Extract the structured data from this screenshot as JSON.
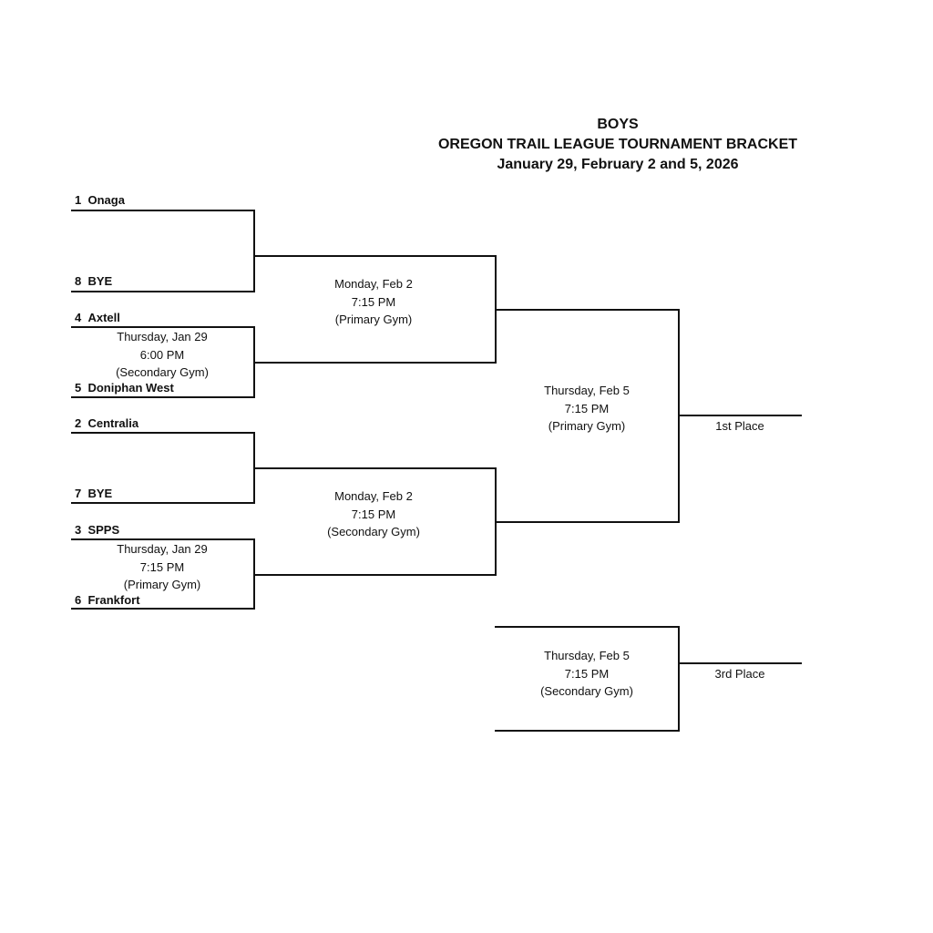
{
  "header": {
    "line1": "BOYS",
    "line2": "OREGON TRAIL LEAGUE TOURNAMENT BRACKET",
    "line3": "January 29, February 2 and 5, 2026"
  },
  "teams": [
    {
      "seed": "1",
      "name": "Onaga"
    },
    {
      "seed": "8",
      "name": "BYE"
    },
    {
      "seed": "4",
      "name": "Axtell"
    },
    {
      "seed": "5",
      "name": "Doniphan West"
    },
    {
      "seed": "2",
      "name": "Centralia"
    },
    {
      "seed": "7",
      "name": "BYE"
    },
    {
      "seed": "3",
      "name": "SPPS"
    },
    {
      "seed": "6",
      "name": "Frankfort"
    }
  ],
  "games": [
    {
      "day": "Thursday, Jan 29",
      "time": "6:00 PM",
      "venue": "(Secondary Gym)"
    },
    {
      "day": "Thursday, Jan 29",
      "time": "7:15 PM",
      "venue": "(Primary Gym)"
    },
    {
      "day": "Monday, Feb 2",
      "time": "7:15 PM",
      "venue": "(Primary Gym)"
    },
    {
      "day": "Monday, Feb 2",
      "time": "7:15 PM",
      "venue": "(Secondary Gym)"
    },
    {
      "day": "Thursday, Feb 5",
      "time": "7:15 PM",
      "venue": "(Primary Gym)"
    },
    {
      "day": "Thursday, Feb 5",
      "time": "7:15 PM",
      "venue": "(Secondary Gym)"
    }
  ],
  "places": {
    "first": "1st Place",
    "third": "3rd Place"
  }
}
